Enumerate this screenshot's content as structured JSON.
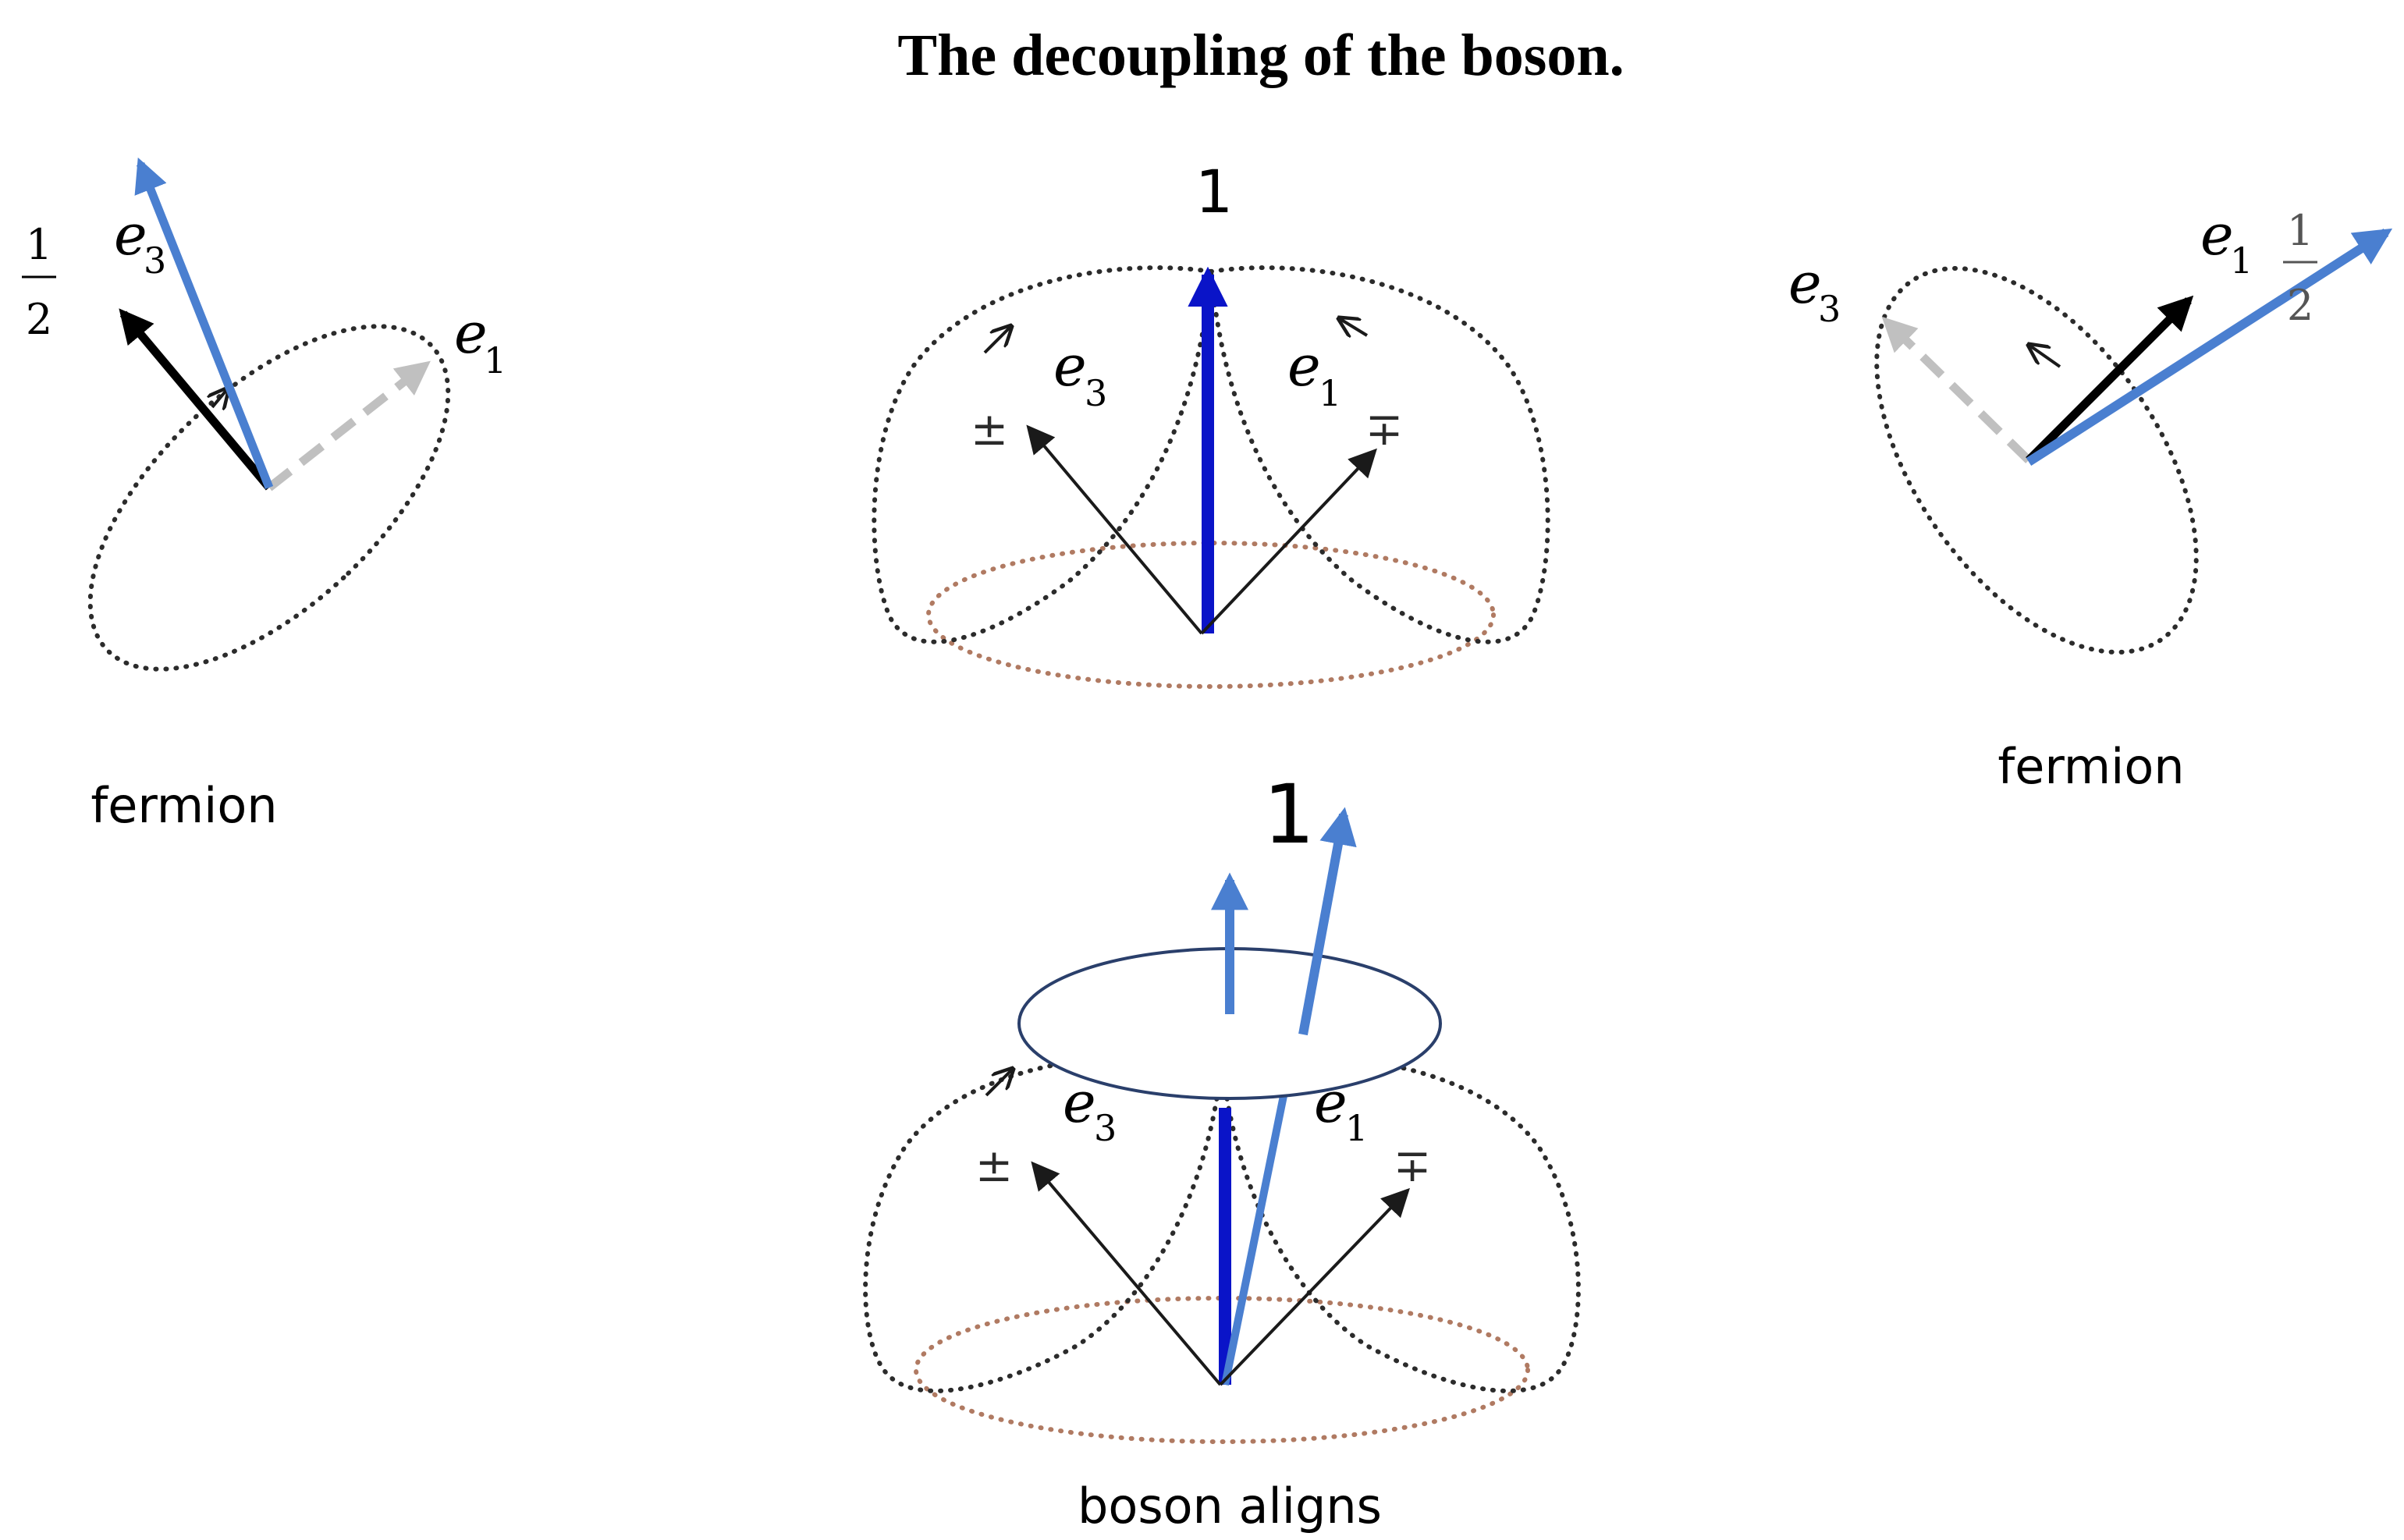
{
  "title": "The decoupling of the boson.",
  "labels": {
    "left_caption": "fermion",
    "right_caption": "fermion",
    "bottom_caption": "boson aligns",
    "top_center_spin": "1",
    "bottom_center_spin": "1",
    "half_numerator": "1",
    "half_denominator": "2",
    "basis_e": "e",
    "sub_1": "1",
    "sub_3": "3",
    "plus_minus": "±",
    "minus_plus": "∓"
  },
  "colors": {
    "light_blue": "#4a7fd0",
    "dark_blue": "#0a14c8",
    "black": "#000000",
    "dashed_gray": "#c0c0c0",
    "orbit_brown": "#b07a62",
    "ellipse_stroke": "#2a3f6b"
  }
}
